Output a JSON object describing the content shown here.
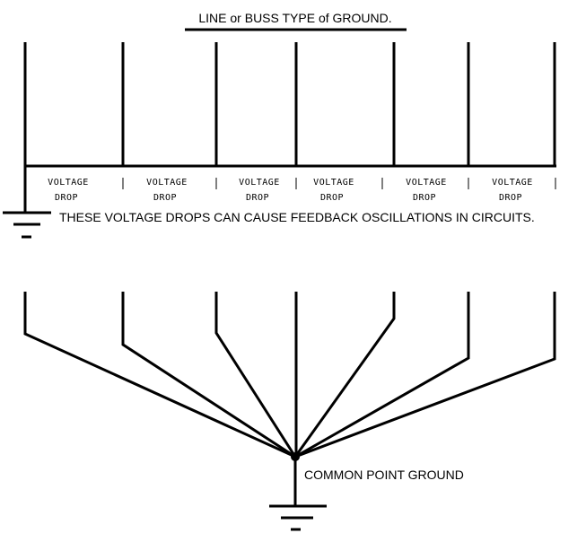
{
  "diagram": {
    "title": "LINE or BUSS TYPE of GROUND.",
    "voltage_drop_labels": [
      [
        "VOLTAGE",
        "DROP"
      ],
      [
        "VOLTAGE",
        "DROP"
      ],
      [
        "VOLTAGE",
        "DROP"
      ],
      [
        "VOLTAGE",
        "DROP"
      ],
      [
        "VOLTAGE",
        "DROP"
      ],
      [
        "VOLTAGE",
        "DROP"
      ]
    ],
    "warning": "THESE VOLTAGE DROPS CAN CAUSE FEEDBACK OSCILLATIONS IN CIRCUITS.",
    "common_label": "COMMON POINT GROUND"
  }
}
